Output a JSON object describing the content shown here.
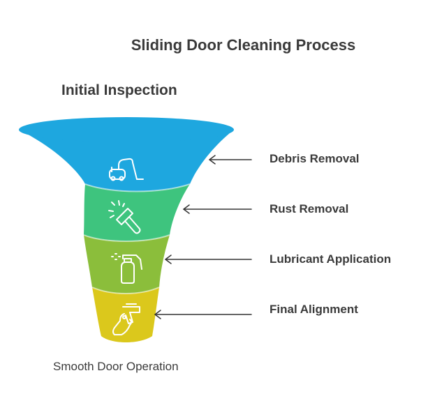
{
  "title": "Sliding Door Cleaning Process",
  "top_label": "Initial Inspection",
  "bottom_label": "Smooth Door Operation",
  "stages": [
    {
      "label": "Debris Removal",
      "icon": "vacuum-cleaner-icon",
      "color": "#1ea7df"
    },
    {
      "label": "Rust Removal",
      "icon": "squeegee-icon",
      "color": "#3ec47e"
    },
    {
      "label": "Lubricant Application",
      "icon": "spray-bottle-icon",
      "color": "#8bbe3b"
    },
    {
      "label": "Final Alignment",
      "icon": "spray-gun-icon",
      "color": "#dbc81c"
    }
  ],
  "rim_color": "#1ea7df"
}
